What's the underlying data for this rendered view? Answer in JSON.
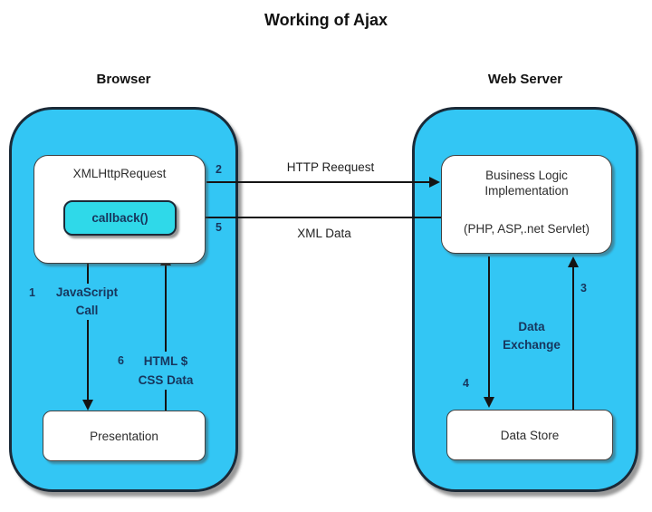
{
  "title": "Working of Ajax",
  "browser": {
    "heading": "Browser",
    "xhr_label": "XMLHttpRequest",
    "callback_label": "callback()",
    "presentation_label": "Presentation"
  },
  "server": {
    "heading": "Web Server",
    "logic_line1": "Business Logic",
    "logic_line2": "Implementation",
    "logic_line3": "(PHP, ASP,.net Servlet)",
    "datastore_label": "Data Store"
  },
  "flows": {
    "js_call": {
      "num": "1",
      "text1": "JavaScript",
      "text2": "Call"
    },
    "http_request": {
      "num": "2",
      "label": "HTTP Reequest"
    },
    "db_read": {
      "num": "3"
    },
    "db_write": {
      "num": "4"
    },
    "xml_data": {
      "num": "5",
      "label": "XML Data"
    },
    "html_css": {
      "num": "6",
      "text1": "HTML $",
      "text2": "CSS Data"
    },
    "data_exchange": {
      "text1": "Data",
      "text2": "Exchange"
    }
  },
  "colors": {
    "panel_cyan": "#33C6F4",
    "callback_cyan": "#2FD9E9",
    "border_dark": "#1B2A38",
    "navy_text": "#17365D",
    "arrow_black": "#141414"
  }
}
